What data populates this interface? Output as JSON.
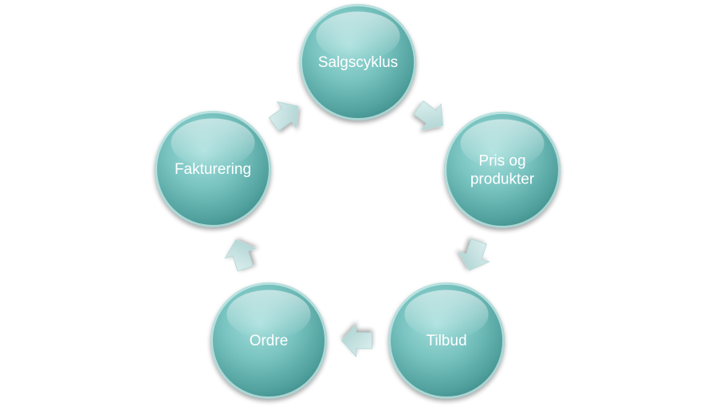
{
  "diagram": {
    "type": "cycle",
    "nodes": [
      {
        "id": "salgscyklus",
        "lines": [
          "Salgscyklus"
        ]
      },
      {
        "id": "pris-og-produkter",
        "lines": [
          "Pris  og",
          "produkter"
        ]
      },
      {
        "id": "tilbud",
        "lines": [
          "Tilbud"
        ]
      },
      {
        "id": "ordre",
        "lines": [
          "Ordre"
        ]
      },
      {
        "id": "fakturering",
        "lines": [
          "Fakturering"
        ]
      }
    ],
    "edges": [
      {
        "from": "salgscyklus",
        "to": "pris-og-produkter"
      },
      {
        "from": "pris-og-produkter",
        "to": "tilbud"
      },
      {
        "from": "tilbud",
        "to": "ordre"
      },
      {
        "from": "ordre",
        "to": "fakturering"
      },
      {
        "from": "fakturering",
        "to": "salgscyklus"
      }
    ],
    "colors": {
      "node_light": "#8fd3cf",
      "node_mid": "#63b3b0",
      "node_dark": "#3f8f8d",
      "arrow_light": "#d8eeee",
      "arrow_dark": "#9fc9c8",
      "text": "#ffffff"
    }
  }
}
